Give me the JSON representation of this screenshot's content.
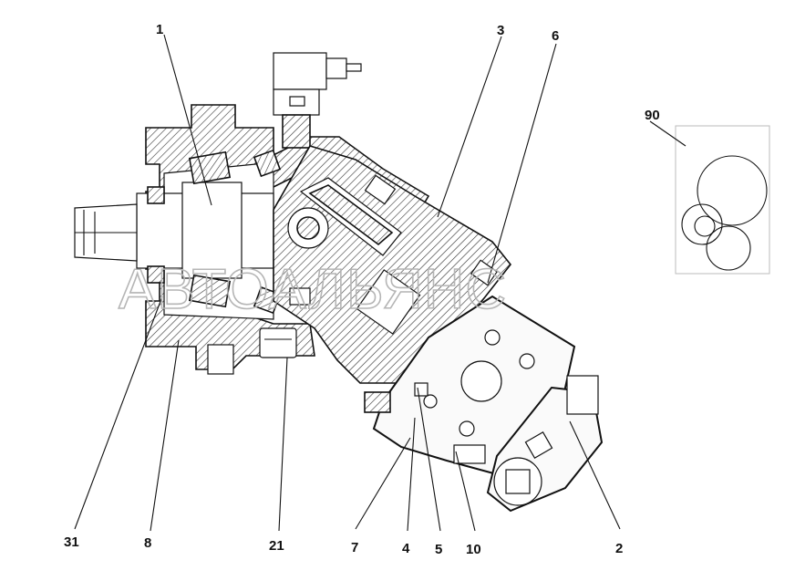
{
  "watermark": "АВТОАЛЬЯНС",
  "callouts": {
    "c1": "1",
    "c3": "3",
    "c6": "6",
    "c90": "90",
    "c31": "31",
    "c8": "8",
    "c21": "21",
    "c7": "7",
    "c4": "4",
    "c5": "5",
    "c10": "10",
    "c2": "2"
  },
  "colors": {
    "line": "#111111",
    "watermark": "#b5b5b5",
    "background": "#ffffff"
  }
}
